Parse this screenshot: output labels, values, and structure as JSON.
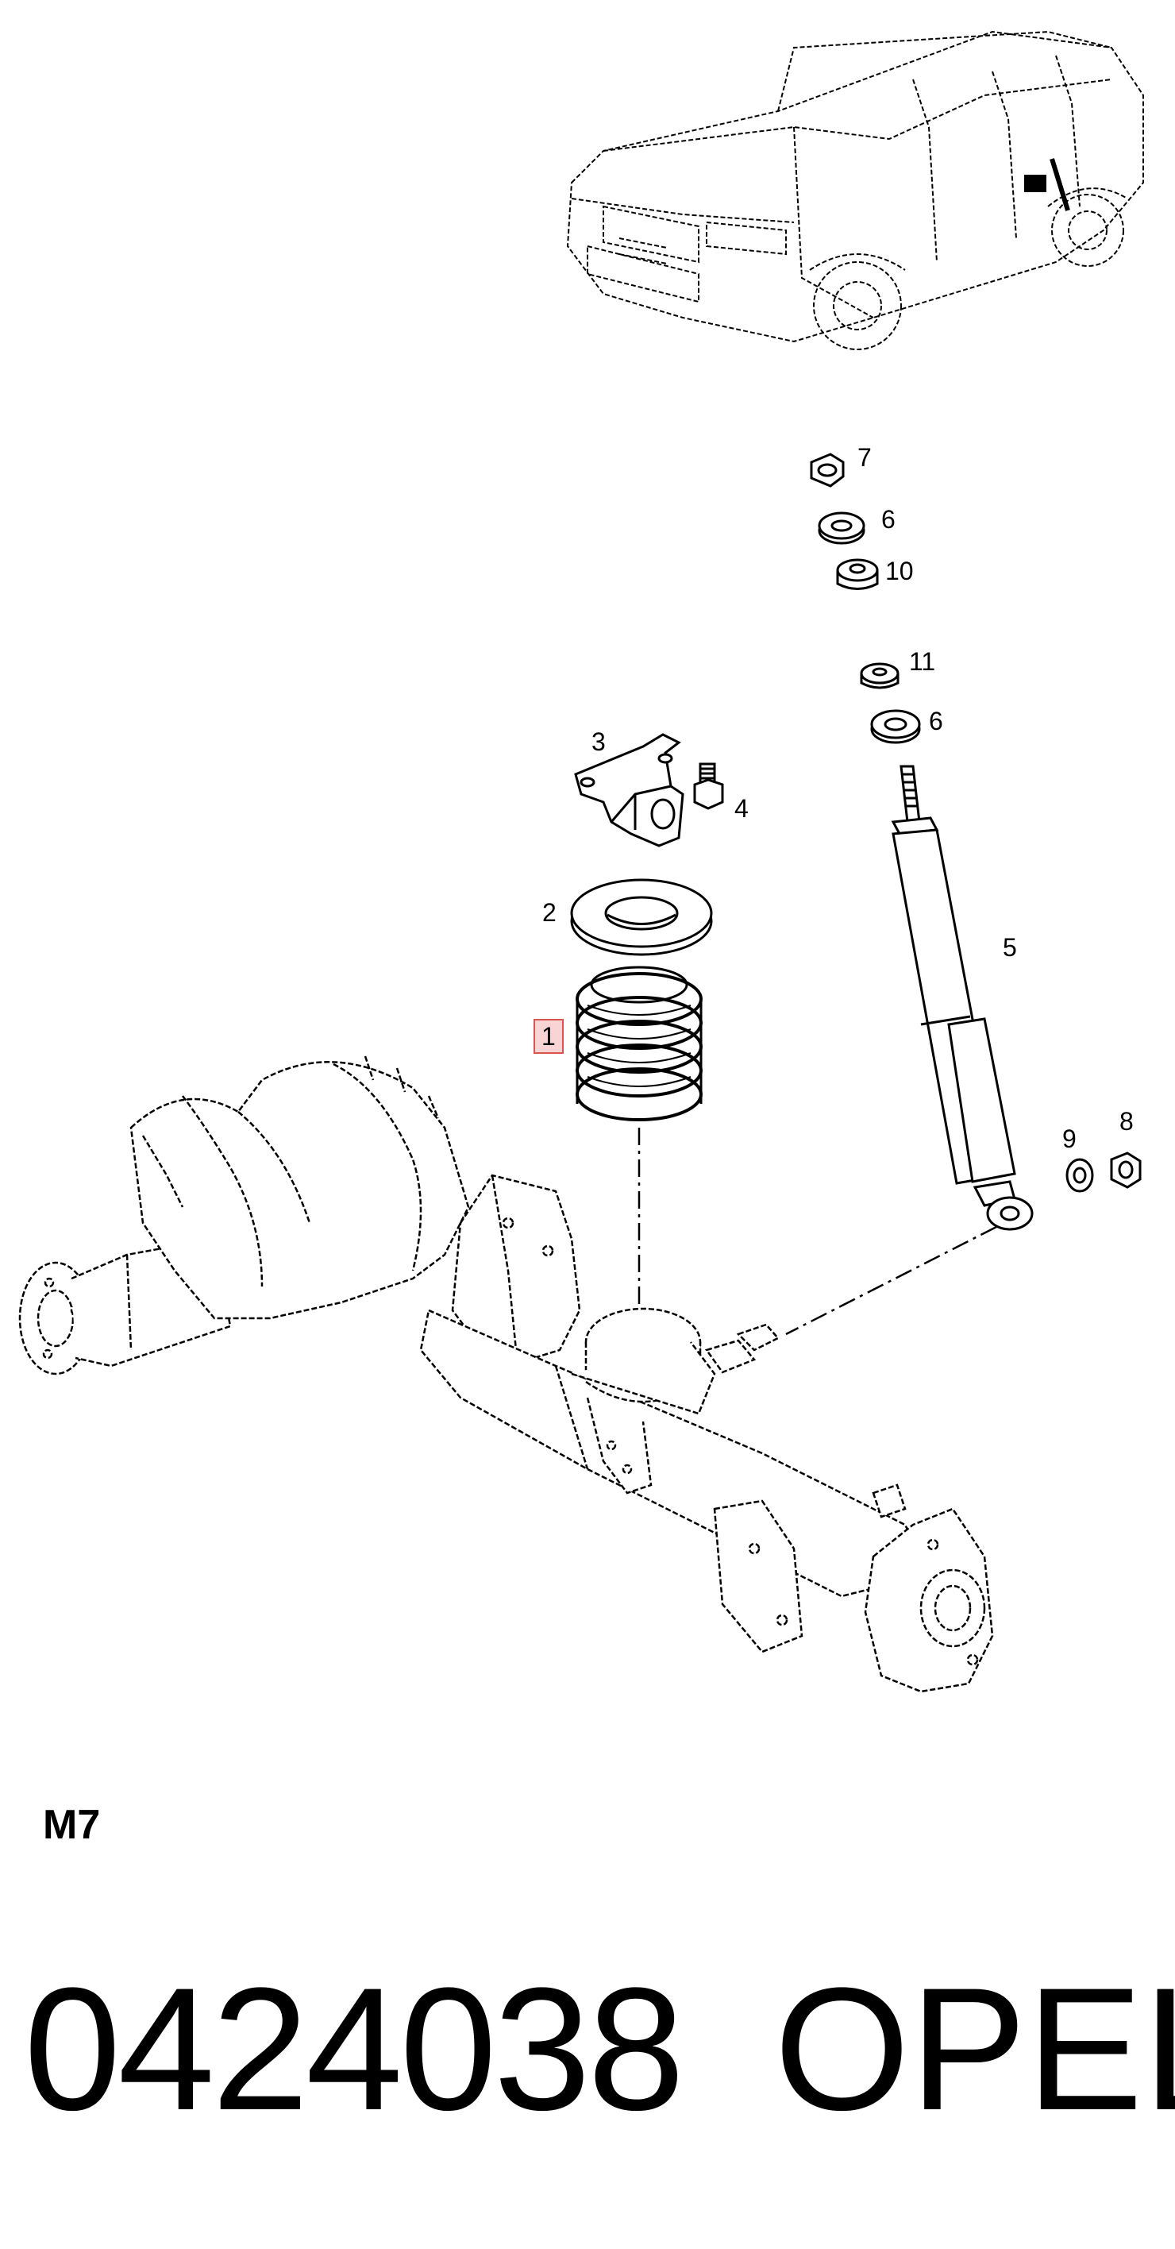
{
  "callouts": {
    "c1": "1",
    "c2": "2",
    "c3": "3",
    "c4": "4",
    "c5": "5",
    "c6a": "6",
    "c6b": "6",
    "c7": "7",
    "c8": "8",
    "c9": "9",
    "c10": "10",
    "c11": "11"
  },
  "section_code": "M7",
  "part_number": "0424038",
  "brand": "OPEL",
  "colors": {
    "line": "#000000",
    "highlight_border": "#d9534f",
    "highlight_fill": "#f9d4d4"
  }
}
